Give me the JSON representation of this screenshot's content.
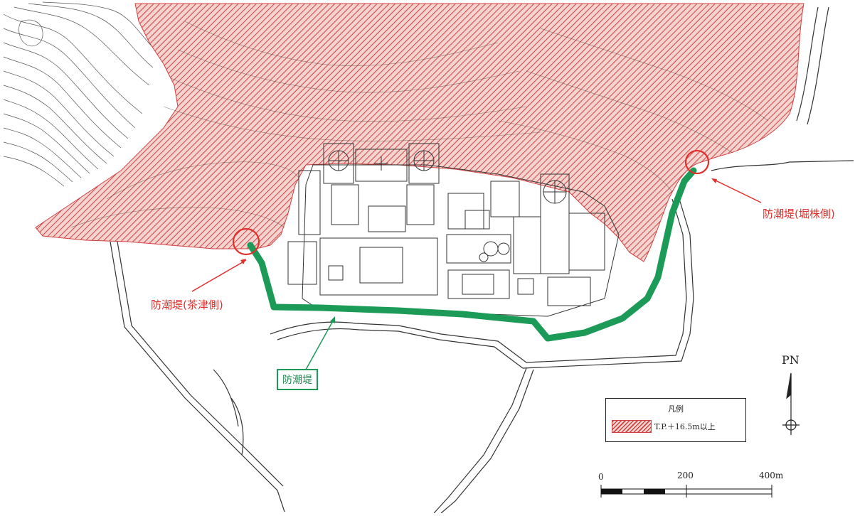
{
  "labels": {
    "seawall_chatsu": "防潮堤(茶津側)",
    "seawall_horikabu": "防潮堤(堀株側)",
    "seawall": "防潮堤"
  },
  "legend": {
    "title": "凡例",
    "item": "T.P.＋16.5m以上"
  },
  "scale": {
    "ticks": [
      "0",
      "200",
      "400m"
    ]
  },
  "north": "PN",
  "colors": {
    "hatch_red": "#d04040",
    "hatch_fill": "#f5d4d0",
    "seawall_green": "#1b9a58",
    "marker_red": "#e0302c"
  }
}
